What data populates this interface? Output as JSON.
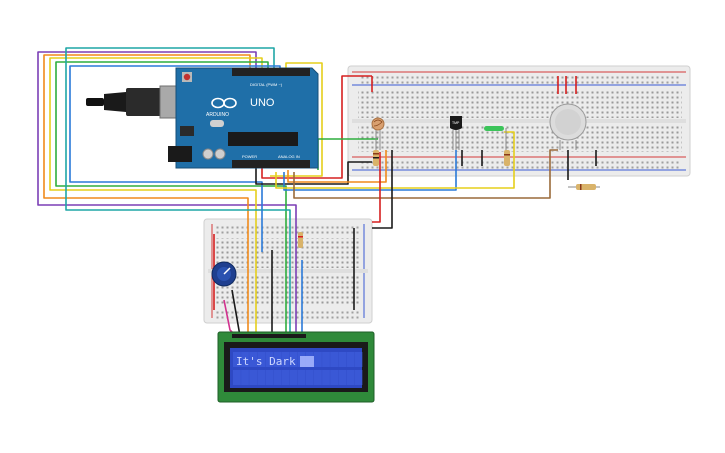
{
  "canvas": {
    "background": "#ffffff"
  },
  "arduino": {
    "brand": "ARDUINO",
    "model": "UNO",
    "digital_label": "DIGITAL (PWM ~)",
    "power_label": "POWER",
    "analog_label": "ANALOG IN",
    "board_color": "#1f6fa8"
  },
  "lcd": {
    "text": "It's Dark",
    "pcb_color": "#2f8a3a",
    "screen_color": "#2e49c4",
    "text_color": "#cfd8ff"
  },
  "breadboards": [
    {
      "id": "main",
      "color": "#ececec"
    },
    {
      "id": "small",
      "color": "#ececec"
    }
  ],
  "components": {
    "temperature_sensor_label": "TMP",
    "led_color": "#3cc45a",
    "photoresistor_color": "#d9a070",
    "gas_sensor_color": "#dcdcdc",
    "potentiometer_color": "#1f3f8f"
  },
  "wire_colors": {
    "red": "#d62020",
    "black": "#1a1a1a",
    "orange": "#f08a1c",
    "yellow": "#e5cf1c",
    "green": "#2fae3e",
    "blue": "#2a7ad8",
    "purple": "#7b3fb5",
    "teal": "#1fa6a6",
    "brown": "#9a6a3a",
    "pink": "#d2308e"
  }
}
